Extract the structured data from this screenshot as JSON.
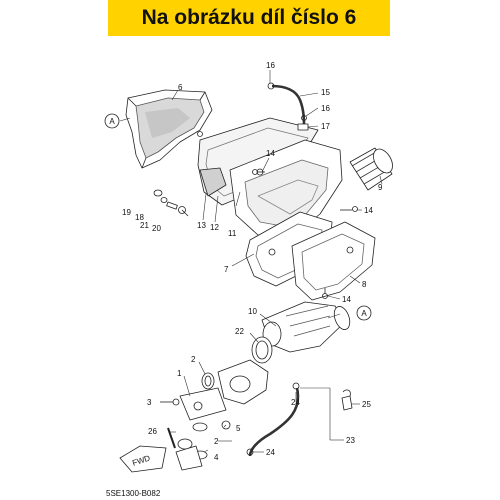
{
  "banner": {
    "text": "Na obrázku díl číslo 6",
    "color": "#ffd200"
  },
  "diagram": {
    "ref_code": "5SE1300-B082",
    "fwd_label": "FWD",
    "callout_letter": "A",
    "part_numbers": [
      "1",
      "2",
      "3",
      "4",
      "5",
      "6",
      "7",
      "8",
      "9",
      "10",
      "11",
      "12",
      "13",
      "14",
      "15",
      "16",
      "17",
      "18",
      "19",
      "20",
      "21",
      "22",
      "23",
      "24",
      "25",
      "26"
    ],
    "highlighted_part": "6"
  }
}
